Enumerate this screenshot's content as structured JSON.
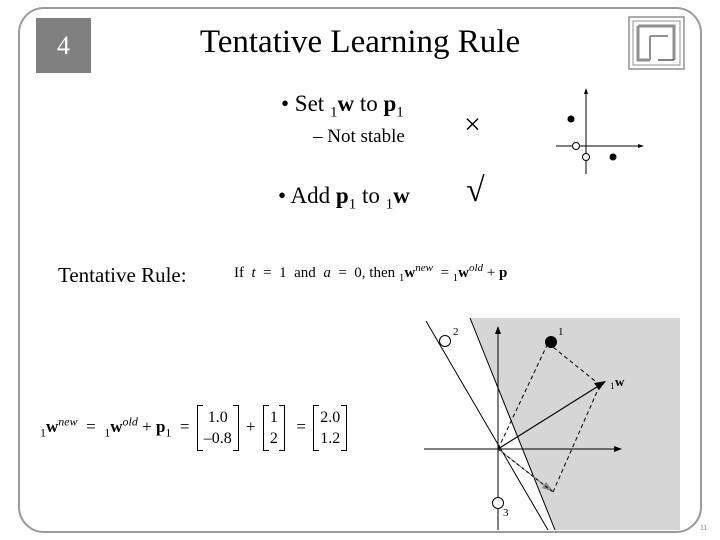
{
  "slide": {
    "number": "4",
    "title": "Tentative Learning Rule",
    "page_number": "11"
  },
  "bullets": [
    {
      "prefix": "• Set ",
      "pre_sub": "1",
      "bold1": "w",
      "mid": " to ",
      "bold2": "p",
      "post_sub": "1"
    },
    {
      "prefix": "• Add ",
      "bold1": "p",
      "sub1": "1",
      "mid": " to ",
      "pre_sub": "1",
      "bold2": "w"
    }
  ],
  "sub_bullet": "– Not stable",
  "marks": {
    "fail": "×",
    "success": "√"
  },
  "tentative_rule": {
    "label": "Tentative Rule:",
    "if": "If",
    "t": "t",
    "eq1": "=",
    "one": "1",
    "and": "and",
    "a": "a",
    "eq2": "=",
    "zero": "0, then",
    "pre_sub": "1",
    "w": "w",
    "new": "new",
    "eq3": "=",
    "old": "old",
    "plus": "+",
    "p": "p"
  },
  "calculation": {
    "pre_sub": "1",
    "w": "w",
    "new": "new",
    "eq": "=",
    "old": "old",
    "plus": "+",
    "p": "p",
    "p_sub": "1",
    "w_old": [
      "1.0",
      "–0.8"
    ],
    "p1": [
      "1",
      "2"
    ],
    "w_new": [
      "2.0",
      "1.2"
    ]
  },
  "plot_labels": {
    "p1": "1",
    "p2": "2",
    "p3": "3",
    "w": "w",
    "w_sub": "1"
  },
  "colors": {
    "number_box": "#808080",
    "frame": "#9a9a9a",
    "shaded_region": "#d6d6d6",
    "arrow_gray": "#888888"
  }
}
